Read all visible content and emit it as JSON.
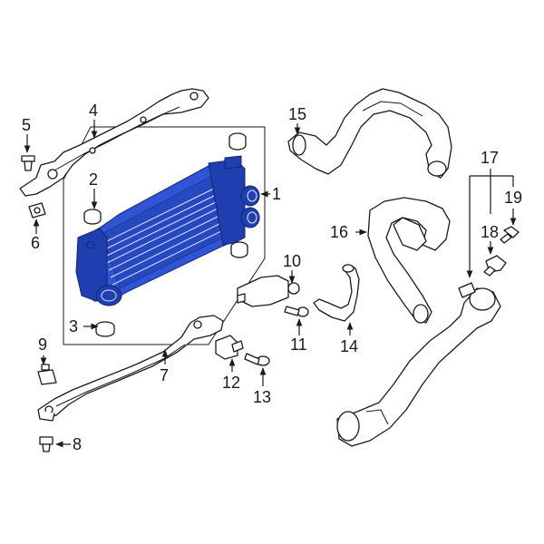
{
  "highlight_color": "#2f55d4",
  "callouts": [
    {
      "id": "c1",
      "label": "1"
    },
    {
      "id": "c2",
      "label": "2"
    },
    {
      "id": "c3",
      "label": "3"
    },
    {
      "id": "c4",
      "label": "4"
    },
    {
      "id": "c5",
      "label": "5"
    },
    {
      "id": "c6",
      "label": "6"
    },
    {
      "id": "c7",
      "label": "7"
    },
    {
      "id": "c8",
      "label": "8"
    },
    {
      "id": "c9",
      "label": "9"
    },
    {
      "id": "c10",
      "label": "10"
    },
    {
      "id": "c11",
      "label": "11"
    },
    {
      "id": "c12",
      "label": "12"
    },
    {
      "id": "c13",
      "label": "13"
    },
    {
      "id": "c14",
      "label": "14"
    },
    {
      "id": "c15",
      "label": "15"
    },
    {
      "id": "c16",
      "label": "16"
    },
    {
      "id": "c17",
      "label": "17"
    },
    {
      "id": "c18",
      "label": "18"
    },
    {
      "id": "c19",
      "label": "19"
    }
  ]
}
